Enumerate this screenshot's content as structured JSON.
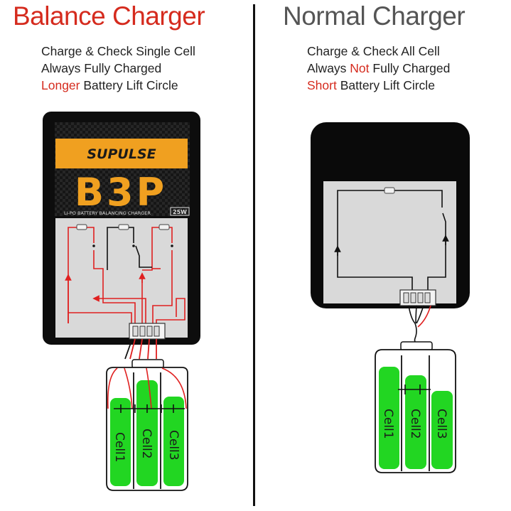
{
  "left": {
    "title": "Balance Charger",
    "lines": [
      {
        "pre": "",
        "hl": "",
        "post": "Charge & Check Single Cell"
      },
      {
        "pre": "",
        "hl": "",
        "post": "Always Fully Charged"
      },
      {
        "pre": "",
        "hl": "Longer",
        "post": " Battery Lift Circle"
      }
    ],
    "device": {
      "brand": "SUPULSE",
      "model": "B3P",
      "subtitle": "LI-PO BATTERY BALANCING CHARGER",
      "power": "25W"
    },
    "cells": [
      "Cell1",
      "Cell2",
      "Cell3"
    ]
  },
  "right": {
    "title": "Normal Charger",
    "lines": [
      {
        "pre": "",
        "hl": "",
        "post": "Charge & Check All Cell"
      },
      {
        "pre": "Always ",
        "hl": "Not",
        "post": " Fully Charged"
      },
      {
        "pre": "",
        "hl": "Short",
        "post": " Battery Lift Circle"
      }
    ],
    "cells": [
      "Cell1",
      "Cell2",
      "Cell3"
    ]
  },
  "colors": {
    "accent_red": "#d52b1e",
    "title_gray": "#555555",
    "device_orange": "#f0a020",
    "cell_green": "#22d622",
    "wire_red": "#e02020"
  }
}
